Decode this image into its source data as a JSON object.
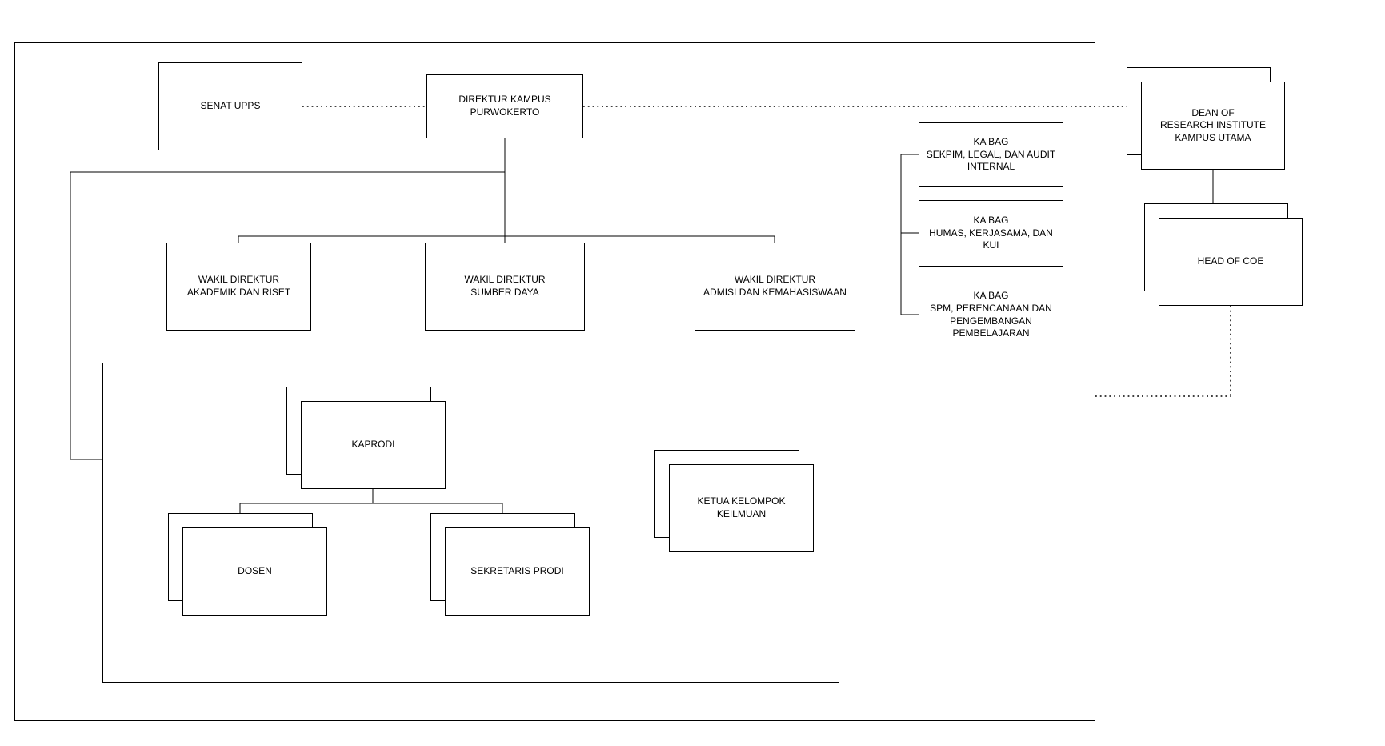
{
  "diagram": {
    "type": "org-chart",
    "colors": {
      "background": "#ffffff",
      "box_fill": "#ffffff",
      "box_border": "#000000",
      "line": "#000000"
    },
    "nodes": {
      "senat_upps": {
        "label": "SENAT UPPS"
      },
      "direktur_kampus": {
        "label": "DIREKTUR KAMPUS\nPURWOKERTO"
      },
      "dean_research": {
        "label": "DEAN OF\nRESEARCH INSTITUTE\nKAMPUS UTAMA"
      },
      "head_of_coe": {
        "label": "HEAD OF COE"
      },
      "kabag_sekpim": {
        "label": "KA BAG\nSEKPIM, LEGAL, DAN AUDIT\nINTERNAL"
      },
      "kabag_humas": {
        "label": "KA BAG\nHUMAS, KERJASAMA, DAN\nKUI"
      },
      "kabag_spm": {
        "label": "KA BAG\nSPM, PERENCANAAN DAN\nPENGEMBANGAN\nPEMBELAJARAN"
      },
      "wadir_akademik": {
        "label": "WAKIL DIREKTUR\nAKADEMIK DAN RISET"
      },
      "wadir_sumber_daya": {
        "label": "WAKIL DIREKTUR\nSUMBER DAYA"
      },
      "wadir_admisi": {
        "label": "WAKIL DIREKTUR\nADMISI DAN KEMAHASISWAAN"
      },
      "kaprodi": {
        "label": "KAPRODI"
      },
      "dosen": {
        "label": "DOSEN"
      },
      "sekretaris_prodi": {
        "label": "SEKRETARIS PRODI"
      },
      "ketua_kelompok": {
        "label": "KETUA KELOMPOK\nKEILMUAN"
      }
    }
  }
}
